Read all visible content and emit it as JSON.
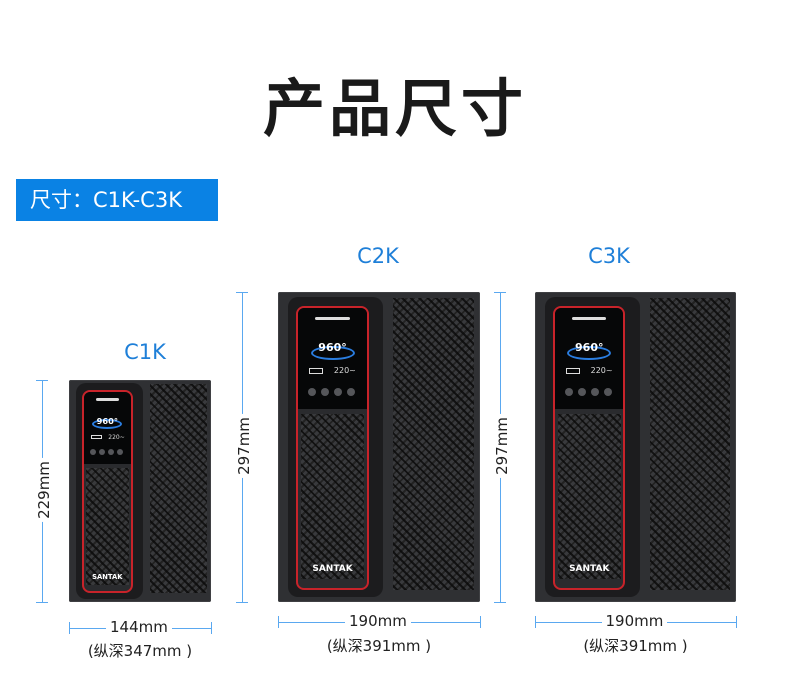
{
  "title": "产品尺寸",
  "badge": "尺寸：C1K-C3K",
  "units": [
    {
      "model": "C1K",
      "height": "229mm",
      "width": "144mm",
      "depth": "(纵深347mm )",
      "screen_value": "960°",
      "screen_voltage": "220~",
      "logo": "SANTAK"
    },
    {
      "model": "C2K",
      "height": "297mm",
      "width": "190mm",
      "depth": "(纵深391mm )",
      "screen_value": "960°",
      "screen_voltage": "220~",
      "logo": "SANTAK"
    },
    {
      "model": "C3K",
      "height": "297mm",
      "width": "190mm",
      "depth": "(纵深391mm )",
      "screen_value": "960°",
      "screen_voltage": "220~",
      "logo": "SANTAK"
    }
  ],
  "colors": {
    "accent": "#0a82e4",
    "dimension_line": "#5aa8f0",
    "trim": "#c8232a"
  }
}
